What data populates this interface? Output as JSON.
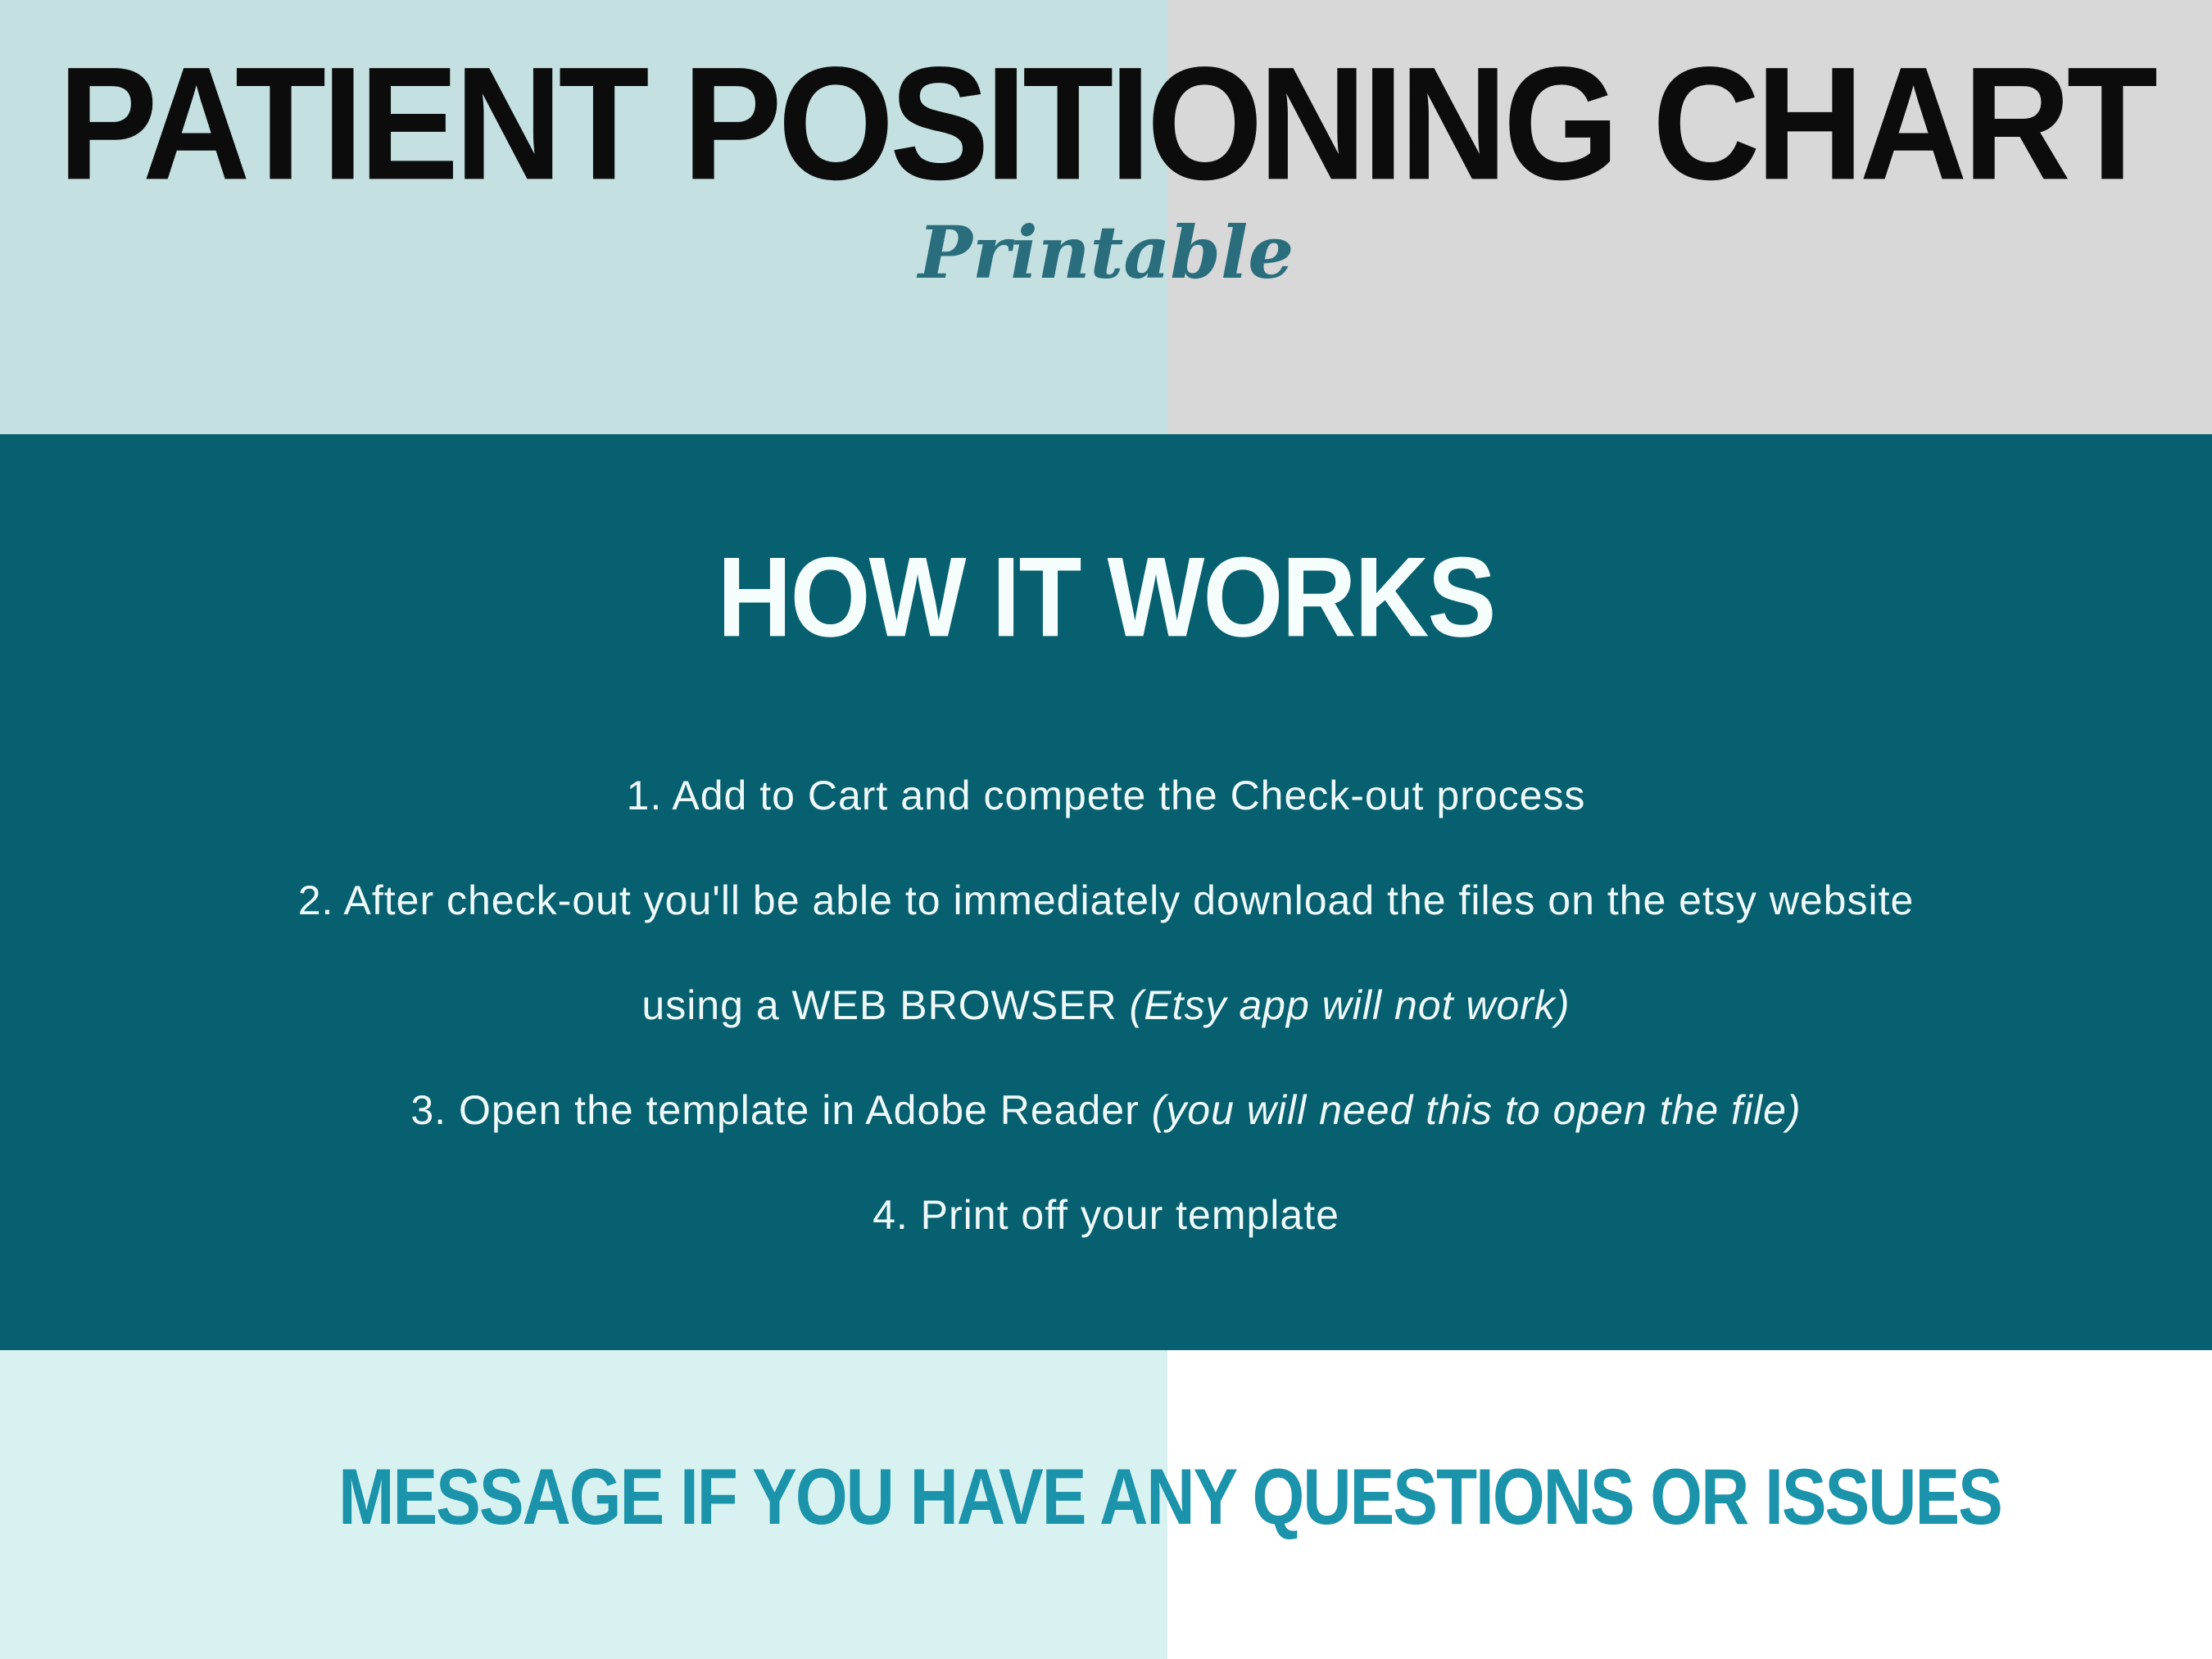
{
  "header": {
    "title": "PATIENT POSITIONING CHART",
    "subtitle": "Printable"
  },
  "how_it_works": {
    "heading": "HOW IT WORKS",
    "lines": [
      {
        "normal": "1. Add to Cart and compete the Check-out process",
        "italic": ""
      },
      {
        "normal": "2. After check-out you'll be able to immediately download the files on the etsy website",
        "italic": ""
      },
      {
        "normal": "using a WEB BROWSER ",
        "italic": "(Etsy app will not work)"
      },
      {
        "normal": "3. Open the template in Adobe Reader ",
        "italic": "(you will need this to open the file)"
      },
      {
        "normal": "4. Print off your template",
        "italic": ""
      }
    ]
  },
  "footer": {
    "message": "MESSAGE IF YOU HAVE ANY QUESTIONS OR ISSUES"
  },
  "colors": {
    "top_left_background": "#c4e0e0",
    "top_right_background": "#d7d8d7",
    "middle_background": "#07606f",
    "bottom_left_background": "#d7f2f0",
    "bottom_right_background": "#ffffff",
    "title_text": "#0c0c0c",
    "subtitle_text": "#2a6e7e",
    "steps_text": "#eff9f9",
    "footer_message_text": "#1b93ab"
  }
}
